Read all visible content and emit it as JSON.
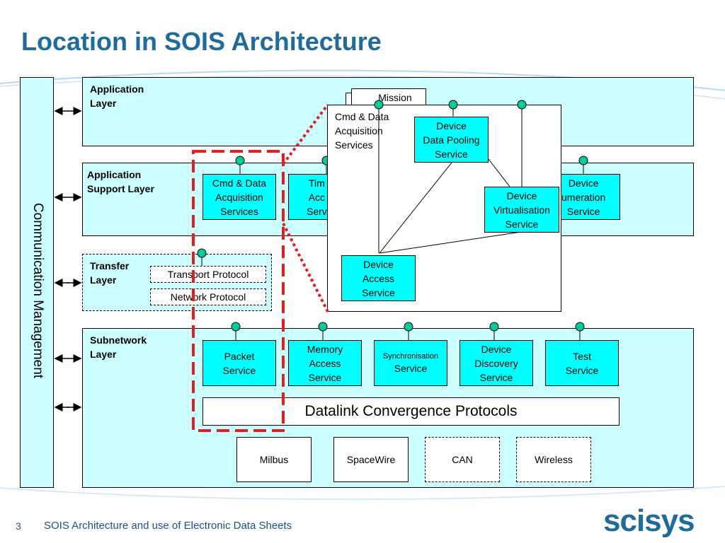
{
  "title": "Location in SOIS Architecture",
  "comm_mgmt": "Communication Management",
  "layers": {
    "application": "Application\nLayer",
    "app_support": "Application\nSupport Layer",
    "transfer": "Transfer\nLayer",
    "subnetwork": "Subnetwork\nLayer"
  },
  "app_layer": {
    "mission_label": "Mission"
  },
  "app_support": {
    "cmd_data": "Cmd & Data\nAcquisition\nServices",
    "time_partial": "Tim\nAcc\nServ",
    "dev_enum_partial": "Device\numeration\nService"
  },
  "transfer": {
    "transport": "Transport Protocol",
    "network": "Network Protocol"
  },
  "popup": {
    "title": "Cmd & Data\nAcquisition\nServices",
    "pooling": "Device\nData Pooling\nService",
    "virtualisation": "Device\nVirtualisation\nService",
    "access": "Device\nAccess\nService"
  },
  "subnetwork": {
    "packet": "Packet\nService",
    "memory": "Memory\nAccess\nService",
    "sync_small": "Synchronisation",
    "sync_main": "Service",
    "discovery": "Device\nDiscovery\nService",
    "test": "Test\nService",
    "datalink": "Datalink Convergence Protocols"
  },
  "buses": {
    "milbus": "Milbus",
    "spacewire": "SpaceWire",
    "can": "CAN",
    "wireless": "Wireless"
  },
  "footer": {
    "page_number": "3",
    "text": "SOIS Architecture and use of Electronic Data Sheets",
    "logo": "scisys"
  },
  "colors": {
    "title": "#1f6b9a",
    "layer_fill": "#ccffff",
    "service_fill": "#00ffff",
    "connector": "#00cc99",
    "highlight": "#e02020"
  }
}
